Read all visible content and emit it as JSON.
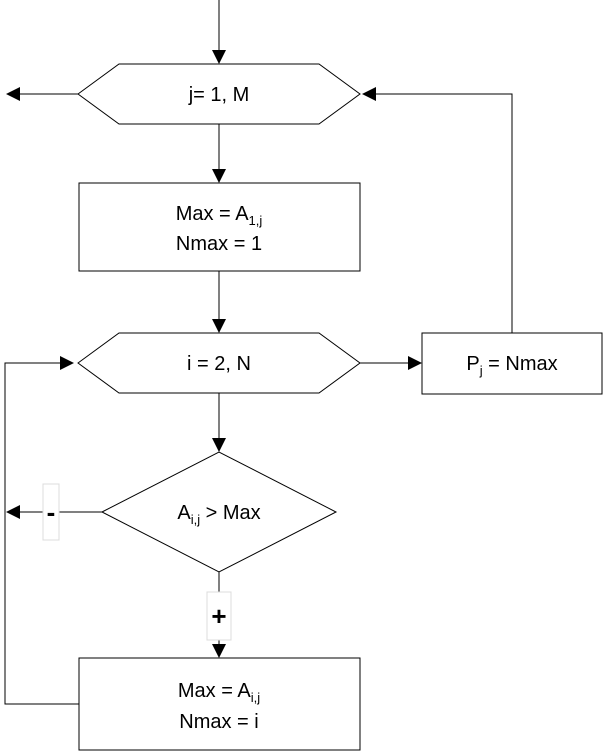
{
  "loop_j": {
    "text": "j= 1, M"
  },
  "init_box": {
    "line1_prefix": "Max = A",
    "line1_sub": "1,j",
    "line2": "Nmax = 1"
  },
  "loop_i": {
    "text": "i = 2, N"
  },
  "result_box": {
    "prefix": "P",
    "sub": "j",
    "suffix": " = Nmax"
  },
  "condition": {
    "prefix": "A",
    "sub": "i,j",
    "suffix": " > Max"
  },
  "branch_labels": {
    "no": "-",
    "yes": "+"
  },
  "update_box": {
    "line1_prefix": "Max = A",
    "line1_sub": "i,j",
    "line2": "Nmax = i"
  }
}
